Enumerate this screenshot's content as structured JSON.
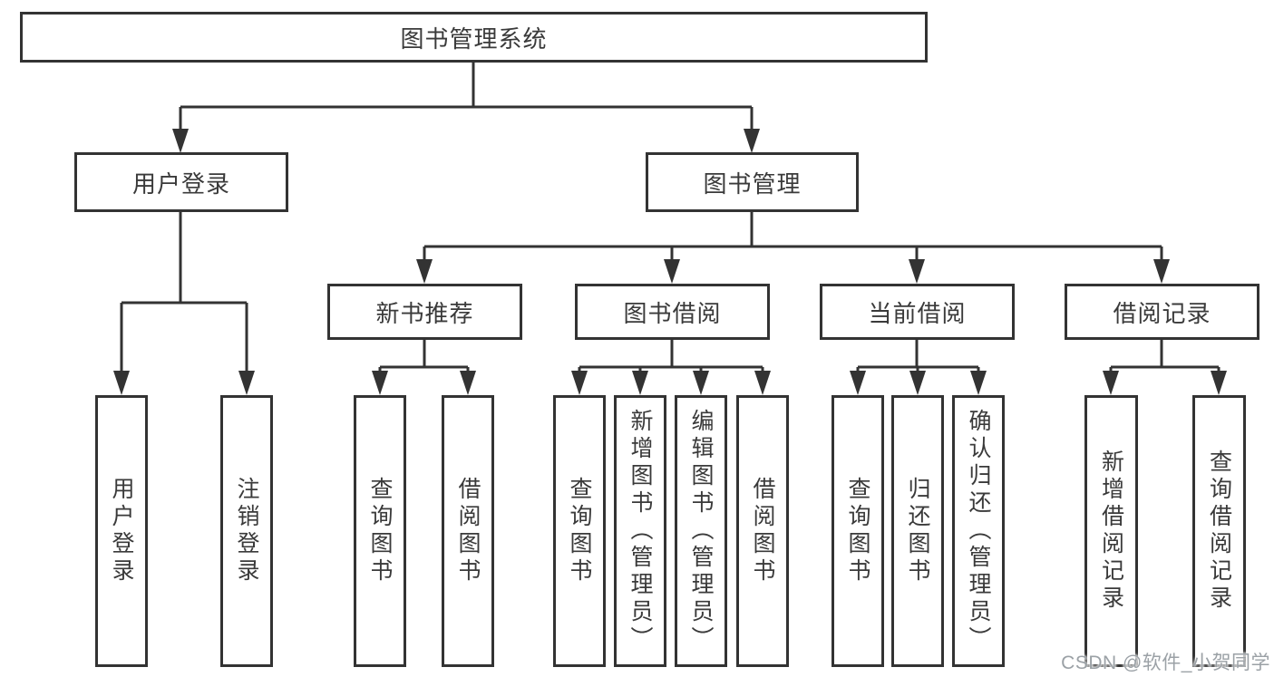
{
  "colors": {
    "line": "#333333",
    "node_border": "#333333",
    "node_text": "#3a3a3a",
    "background": "#ffffff",
    "watermark_text": "#9ba1a6"
  },
  "nodes": {
    "root": "图书管理系统",
    "user_login": "用户登录",
    "book_mgmt": "图书管理",
    "new_books": "新书推荐",
    "book_borrow": "图书借阅",
    "current_borrow": "当前借阅",
    "borrow_records": "借阅记录",
    "leaves": {
      "user_login": [
        "用户登录",
        "注销登录"
      ],
      "new_books": [
        "查询图书",
        "借阅图书"
      ],
      "book_borrow": [
        "查询图书",
        "新增图书（管理员）",
        "编辑图书（管理员）",
        "借阅图书"
      ],
      "current_borrow": [
        "查询图书",
        "归还图书",
        "确认归还（管理员）"
      ],
      "borrow_records": [
        "新增借阅记录",
        "查询借阅记录"
      ]
    }
  },
  "watermark": "CSDN @软件_小贺同学"
}
